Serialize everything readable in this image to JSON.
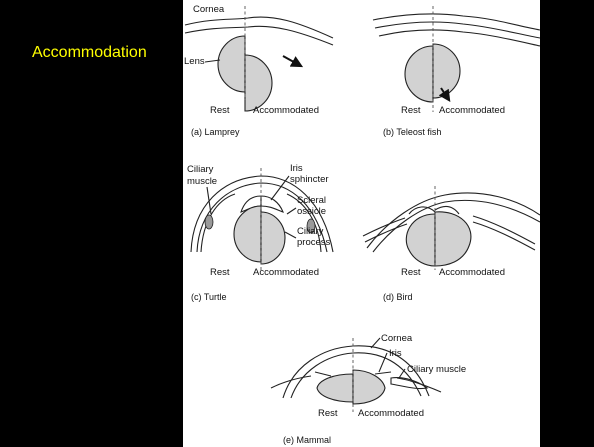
{
  "slide": {
    "title": "Accommodation"
  },
  "panels": {
    "a": {
      "caption": "(a)   Lamprey",
      "rest": "Rest",
      "accommodated": "Accommodated",
      "cornea": "Cornea",
      "lens": "Lens"
    },
    "b": {
      "caption": "(b)   Teleost fish",
      "rest": "Rest",
      "accommodated": "Accommodated"
    },
    "c": {
      "caption": "(c)   Turtle",
      "rest": "Rest",
      "accommodated": "Accommodated",
      "ciliary_muscle_1": "Ciliary",
      "ciliary_muscle_2": "muscle",
      "iris_sphincter_1": "Iris",
      "iris_sphincter_2": "sphincter",
      "scleral_ossicle_1": "Scleral",
      "scleral_ossicle_2": "ossicle",
      "ciliary_process_1": "Ciliary",
      "ciliary_process_2": "process"
    },
    "d": {
      "caption": "(d)   Bird",
      "rest": "Rest",
      "accommodated": "Accommodated"
    },
    "e": {
      "caption": "(e)   Mammal",
      "rest": "Rest",
      "accommodated": "Accommodated",
      "cornea": "Cornea",
      "iris": "Iris",
      "ciliary_muscle": "Ciliary muscle"
    }
  },
  "colors": {
    "background": "#000000",
    "title": "#ffff00",
    "figure": "#ffffff",
    "lens_fill": "#d2d2d2"
  }
}
